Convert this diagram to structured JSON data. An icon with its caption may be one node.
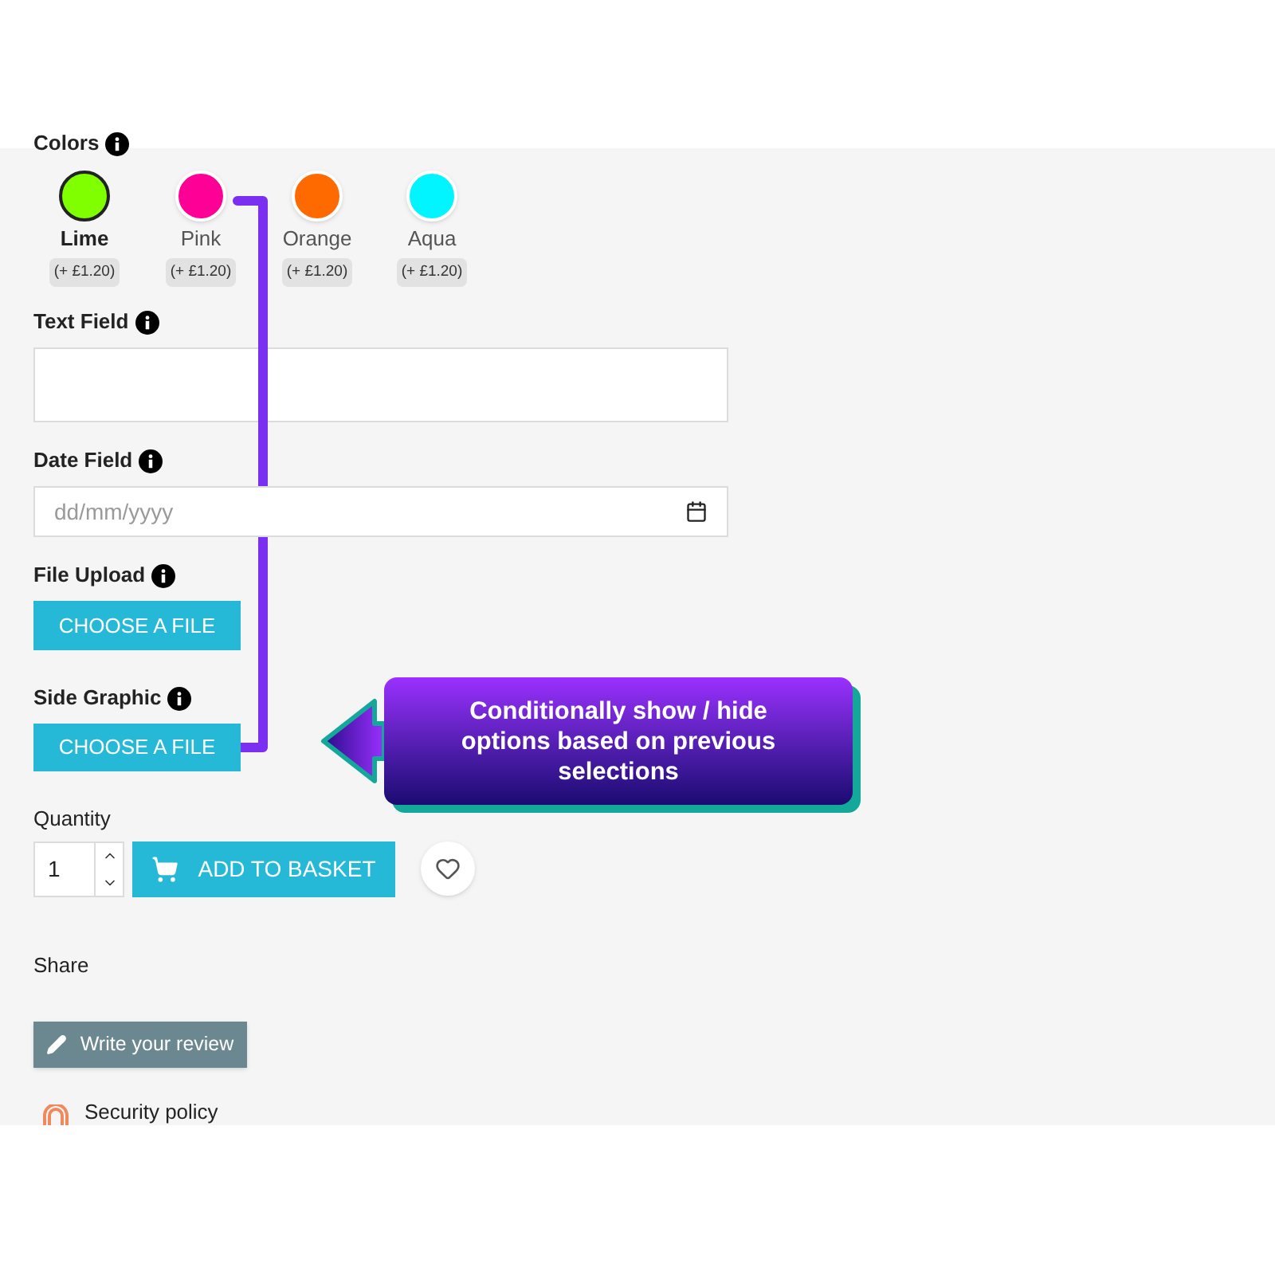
{
  "diagram": {
    "nodes": [
      {
        "text": [
          "Lime",
          "(+ £1.20)"
        ]
      },
      {
        "text": [
          "Pink",
          "(+ £1.20)"
        ]
      },
      {
        "text": [
          "Orange",
          "(+ £1.20)"
        ]
      },
      {
        "text": [
          "Aqua",
          "(+ £1.20)"
        ]
      },
      {
        "text": [
          "CHOOSE A FILE"
        ],
        "beside": [
          "File Upload"
        ]
      },
      {
        "text": [
          "CHOOSE A FILE"
        ],
        "beside": [
          "Side Graphic"
        ]
      },
      {
        "text": [
          "Conditionally show / hide options based on previous selections"
        ]
      }
    ],
    "edges": [
      {
        "from": 1,
        "to": 5,
        "arrow": "none"
      },
      {
        "from": 6,
        "to": 5,
        "arrow": "to"
      }
    ],
    "labels": [
      "Colors",
      "Text Field",
      "Date Field",
      "dd/mm/yyyy",
      "Quantity",
      "1",
      "ADD TO BASKET",
      "Share",
      "Write your review",
      "Security policy"
    ]
  }
}
